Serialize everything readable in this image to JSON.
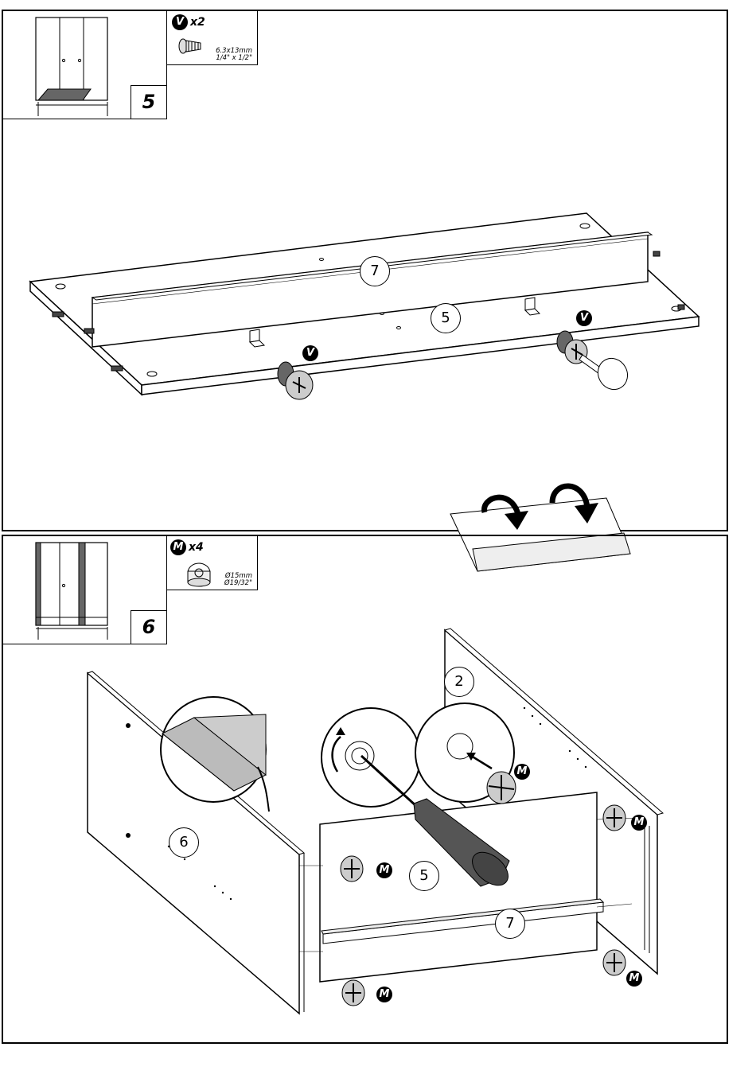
{
  "step5": {
    "number": "5",
    "part_letter": "V",
    "part_qty": "x2",
    "part_size_metric": "6.3x13mm",
    "part_size_imperial": "1/4\" x 1/2\"",
    "callouts": {
      "panel_top": "7",
      "panel_base": "5"
    },
    "fitting_badges": [
      "V",
      "V"
    ]
  },
  "step6": {
    "number": "6",
    "part_letter": "M",
    "part_qty": "x4",
    "part_size_metric": "Ø15mm",
    "part_size_imperial": "Ø19/32\"",
    "callouts": {
      "side_right": "2",
      "side_left": "6",
      "back": "5",
      "rail": "7"
    },
    "fitting_badges": [
      "M",
      "M",
      "M",
      "M",
      "M",
      "M"
    ]
  }
}
